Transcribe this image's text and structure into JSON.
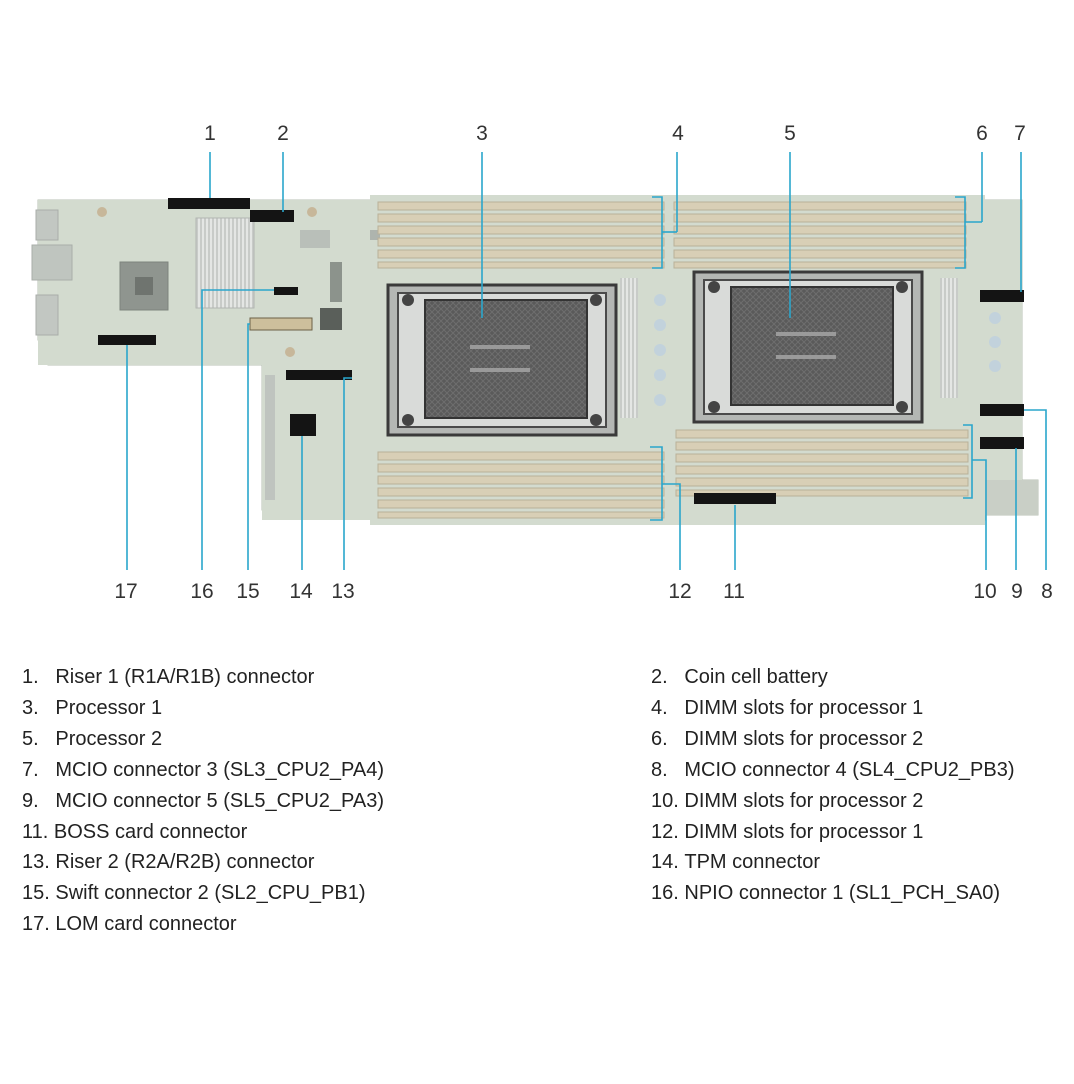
{
  "callouts": [
    {
      "num": "1",
      "label": "Riser 1 (R1A/R1B) connector"
    },
    {
      "num": "2",
      "label": "Coin cell battery"
    },
    {
      "num": "3",
      "label": "Processor 1"
    },
    {
      "num": "4",
      "label": "DIMM slots for processor 1"
    },
    {
      "num": "5",
      "label": "Processor 2"
    },
    {
      "num": "6",
      "label": "DIMM slots for processor 2"
    },
    {
      "num": "7",
      "label": "MCIO connector 3 (SL3_CPU2_PA4)"
    },
    {
      "num": "8",
      "label": "MCIO connector 4 (SL4_CPU2_PB3)"
    },
    {
      "num": "9",
      "label": "MCIO connector 5 (SL5_CPU2_PA3)"
    },
    {
      "num": "10",
      "label": "DIMM slots for processor 2"
    },
    {
      "num": "11",
      "label": "BOSS card connector"
    },
    {
      "num": "12",
      "label": "DIMM slots for processor 1"
    },
    {
      "num": "13",
      "label": "Riser 2 (R2A/R2B) connector"
    },
    {
      "num": "14",
      "label": "TPM connector"
    },
    {
      "num": "15",
      "label": "Swift connector 2 (SL2_CPU_PB1)"
    },
    {
      "num": "16",
      "label": "NPIO connector 1 (SL1_PCH_SA0)"
    },
    {
      "num": "17",
      "label": "LOM card connector"
    }
  ],
  "colors": {
    "board": "#d3dbcf",
    "callout_line": "#2aa6cc",
    "connector": "#141414",
    "dimm": "#d8cfb6",
    "cpu_socket": "#3a3a3a",
    "heatsink": "#c9ccc9"
  }
}
